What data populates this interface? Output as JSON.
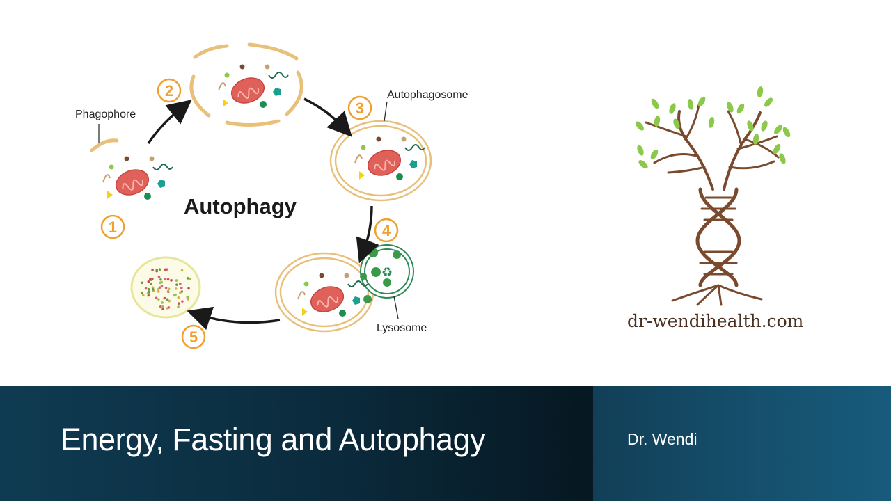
{
  "diagram": {
    "center_label": "Autophagy",
    "labels": {
      "phagophore": "Phagophore",
      "autophagosome": "Autophagosome",
      "lysosome": "Lysosome"
    },
    "steps": [
      "1",
      "2",
      "3",
      "4",
      "5"
    ]
  },
  "logo": {
    "website": "dr-wendihealth.com",
    "icon": "tree-dna-icon"
  },
  "footer": {
    "title": "Energy, Fasting and Autophagy",
    "author": "Dr. Wendi"
  },
  "colors": {
    "membrane": "#e8c07a",
    "step_number": "#f0a030",
    "mitochondrion": "#e0605a",
    "leaf": "#8cc84b",
    "trunk": "#7a4a2e",
    "footer_dark": "#0b2b3d",
    "footer_light": "#175b7c"
  }
}
